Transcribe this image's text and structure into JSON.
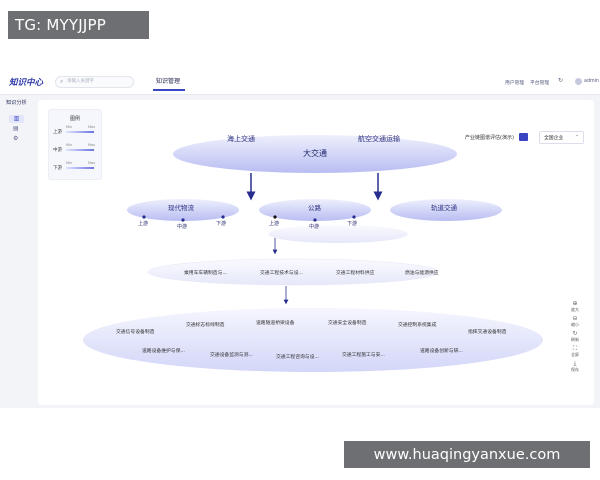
{
  "overlay": {
    "tg_label": "TG: MYYJJPP",
    "watermark": "www.huaqingyanxue.com"
  },
  "topbar": {
    "logo": "知识中心",
    "search_placeholder": "请输入关键字",
    "active_tab": "知识管理",
    "links": [
      "用户管理",
      "平台管理"
    ],
    "user": "admin"
  },
  "sidebar": {
    "title": "知识分析",
    "icons": [
      "chart-icon",
      "list-icon",
      "settings-icon"
    ]
  },
  "filter": {
    "label": "产业链图谱评估(演示)",
    "select_value": "全国企业"
  },
  "legend": {
    "title": "图例",
    "rows": [
      {
        "label": "上游",
        "min": "Min",
        "max": "Max"
      },
      {
        "label": "中游",
        "min": "Min",
        "max": "Max"
      },
      {
        "label": "下游",
        "min": "Min",
        "max": "Max"
      }
    ]
  },
  "graph": {
    "level1": {
      "center": "大交通",
      "left": "海上交通",
      "right": "航空交通运输"
    },
    "level2": [
      {
        "name": "现代物流",
        "stages": [
          "上游",
          "中游",
          "下游"
        ]
      },
      {
        "name": "公路",
        "stages": [
          "上游",
          "中游",
          "下游"
        ]
      },
      {
        "name": "轨道交通",
        "stages": []
      }
    ],
    "level3": [
      "乘用车车辆制造与...",
      "交通工程技术与设...",
      "交通工程材料供应",
      "燃油与能源供应"
    ],
    "level4_row1": [
      "交通信号设备制造",
      "交通标志标线制造",
      "道路隧道桥梁设备",
      "交通安全设备制造",
      "交通控制系统集成",
      "指挥交通设备制造"
    ],
    "level4_row2": [
      "道路设备维护与保...",
      "交通设备监测与测...",
      "交通工程咨询与设...",
      "交通工程施工与安...",
      "道路设备创新与研..."
    ]
  },
  "tools": [
    {
      "label": "放大",
      "icon": "zoom-in-icon"
    },
    {
      "label": "缩小",
      "icon": "zoom-out-icon"
    },
    {
      "label": "刷新",
      "icon": "refresh-icon"
    },
    {
      "label": "全屏",
      "icon": "fullscreen-icon"
    },
    {
      "label": "保存",
      "icon": "save-icon"
    }
  ],
  "colors": {
    "accent": "#3b45c4",
    "node_fill": "#c9ccf4",
    "edge": "#262d8f"
  }
}
